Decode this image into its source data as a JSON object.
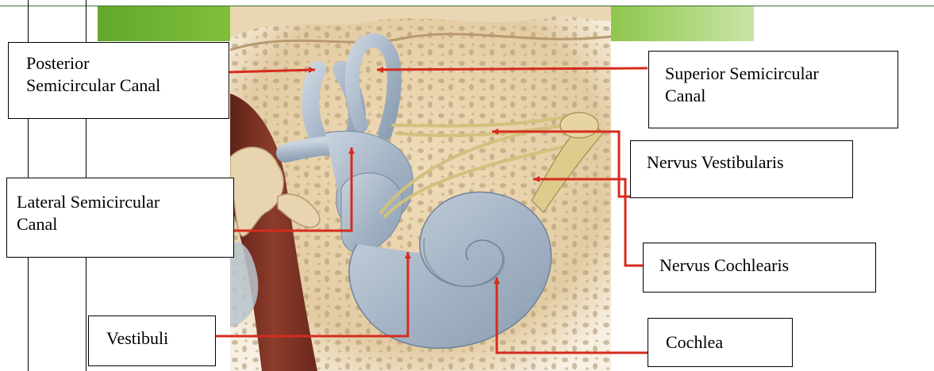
{
  "diagram": {
    "labels": {
      "posterior": [
        "Posterior",
        "Semicircular Canal"
      ],
      "superior": [
        "Superior Semicircular",
        "Canal"
      ],
      "nervus_vestibularis": "Nervus Vestibularis",
      "lateral": [
        "Lateral Semicircular",
        "Canal"
      ],
      "nervus_cochlearis": "Nervus Cochlearis",
      "vestibuli": "Vestibuli",
      "cochlea": "Cochlea"
    },
    "colors": {
      "leader_line": "#d62b1e",
      "bone": "#e6d2ac",
      "bone_pore": "#b79e78",
      "membranous_labyrinth": "#a9b8c8",
      "canal_dark": "#7b3325",
      "nerve": "#d9c98f",
      "header_band": "#7fbf3a"
    }
  }
}
